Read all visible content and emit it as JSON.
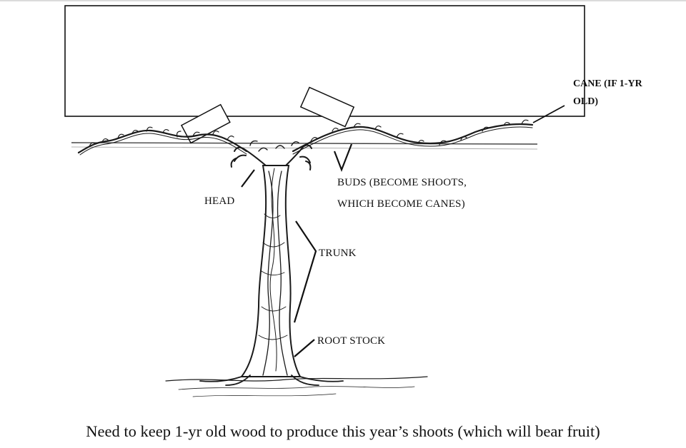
{
  "labels": {
    "cane": [
      "CANE (IF 1-YR",
      "OLD)"
    ],
    "buds": [
      "BUDS (BECOME SHOOTS,",
      "WHICH BECOME CANES)"
    ],
    "head": "HEAD",
    "trunk": "TRUNK",
    "root_stock": "ROOT STOCK"
  },
  "caption": "Need to keep 1-yr old wood to produce this year’s shoots (which will bear fruit)"
}
